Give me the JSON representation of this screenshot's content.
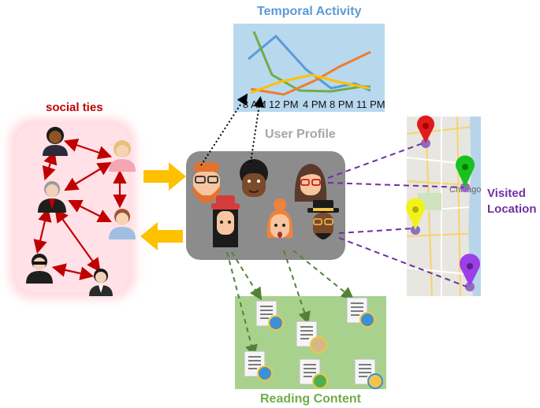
{
  "labels": {
    "temporal_activity": "Temporal Activity",
    "social_ties": "social ties",
    "user_profile": "User Profile",
    "visited_location": "Visited\nLocation",
    "visited_line1": "Visited",
    "visited_line2": "Location",
    "reading_content": "Reading Content"
  },
  "temporal_chart": {
    "tick_labels": [
      "8 AM",
      "12 PM",
      "4 PM",
      "8 PM",
      "11 PM"
    ]
  },
  "map": {
    "city_label": "Chicago"
  },
  "colors": {
    "temporal_title": "#5b9bd5",
    "social_title": "#c00000",
    "user_profile_title": "#a6a6a6",
    "visited_title": "#7030a0",
    "reading_title": "#70ad47",
    "social_bg": "#ffd9e0",
    "profile_bg": "#8c8c8c",
    "chart_bg": "#b8d8ee",
    "reading_bg": "#a9d18e",
    "arrow_orange": "#ffc000",
    "relation_red": "#c00000",
    "location_link": "#7030a0",
    "content_link": "#548235"
  }
}
